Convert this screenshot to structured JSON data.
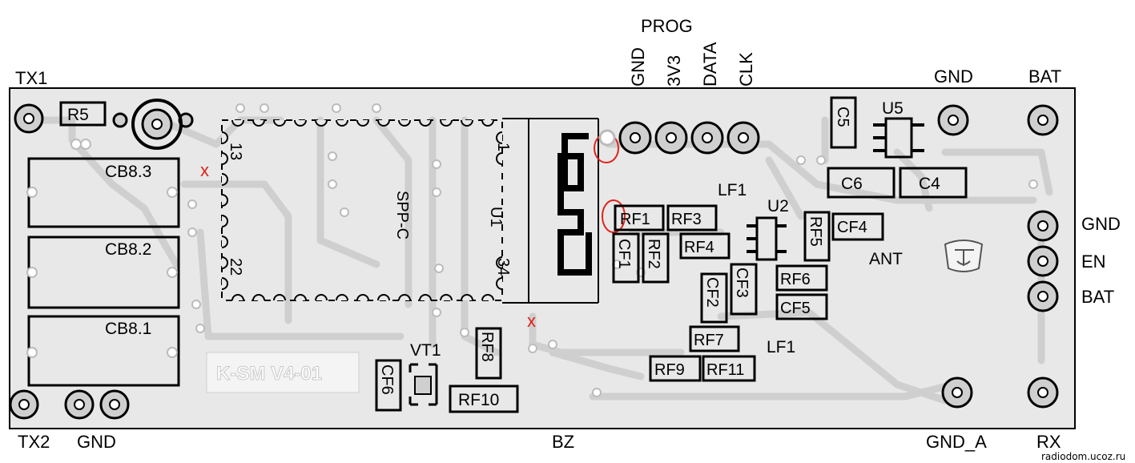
{
  "board": {
    "name": "K-SM V4-01",
    "credit": "radiodom.ucoz.ru",
    "module": {
      "name": "SPP-C",
      "ref": "U1",
      "pins": [
        "13",
        "1",
        "22",
        "34"
      ]
    }
  },
  "header_prog": {
    "title": "PROG",
    "pins": [
      "GND",
      "3V3",
      "DATA",
      "CLK"
    ]
  },
  "pad_labels": {
    "tx1": "TX1",
    "tx2": "TX2",
    "gnd_left": "GND",
    "bz": "BZ",
    "gnd_top": "GND",
    "bat_top": "BAT",
    "gnd_a": "GND_A",
    "rx": "RX",
    "ant": "ANT",
    "lf1_top": "LF1",
    "lf1_bottom": "LF1"
  },
  "right_connector": [
    "GND",
    "EN",
    "BAT"
  ],
  "components": {
    "r5": "R5",
    "cb83": "CB8.3",
    "cb82": "CB8.2",
    "cb81": "CB8.1",
    "vt1": "VT1",
    "cf6": "CF6",
    "rf8": "RF8",
    "rf10": "RF10",
    "rf1": "RF1",
    "rf3": "RF3",
    "cf1": "CF1",
    "rf2": "RF2",
    "rf4": "RF4",
    "cf2": "CF2",
    "cf3": "CF3",
    "rf7": "RF7",
    "rf9": "RF9",
    "rf11": "RF11",
    "u2": "U2",
    "rf5": "RF5",
    "cf4": "CF4",
    "rf6": "RF6",
    "cf5": "CF5",
    "c5": "C5",
    "u5": "U5",
    "c6": "C6",
    "c4": "C4"
  },
  "markers": {
    "cross": "x"
  },
  "colors": {
    "silk": "#000000",
    "copper": "#cfcfcf",
    "substrate": "#e8e8e8",
    "marker": "#e0231c"
  }
}
